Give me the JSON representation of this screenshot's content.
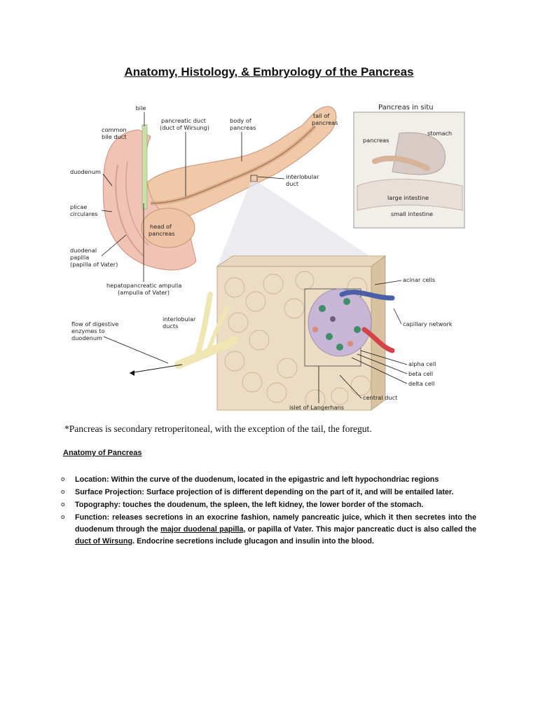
{
  "title": "Anatomy, Histology, & Embryology of the Pancreas",
  "figure": {
    "inset_title": "Pancreas in situ",
    "inset_labels": {
      "pancreas": "pancreas",
      "stomach": "stomach",
      "large_intestine": "large intestine",
      "small_intestine": "small intestine"
    },
    "labels": {
      "bile": "bile",
      "common_bile_duct_1": "common",
      "common_bile_duct_2": "bile duct",
      "pancreatic_duct_1": "pancreatic duct",
      "pancreatic_duct_2": "(duct of Wirsung)",
      "body_1": "body of",
      "body_2": "pancreas",
      "tail_1": "tail of",
      "tail_2": "pancreas",
      "duodenum": "duodenum",
      "interlobular_duct_1": "interlobular",
      "interlobular_duct_2": "duct",
      "plicae_1": "plicae",
      "plicae_2": "circulares",
      "head_1": "head of",
      "head_2": "pancreas",
      "papilla_1": "duodenal",
      "papilla_2": "papilla",
      "papilla_3": "(papilla of Vater)",
      "ampulla_1": "hepatopancreatic ampulla",
      "ampulla_2": "(ampulla of Vater)",
      "acinar": "acinar cells",
      "capillary": "capillary network",
      "flow_1": "flow of digestive",
      "flow_2": "enzymes to",
      "flow_3": "duodenum",
      "interlobular_ducts_1": "interlobular",
      "interlobular_ducts_2": "ducts",
      "alpha": "alpha cell",
      "beta": "beta cell",
      "delta": "delta cell",
      "central_duct": "central duct",
      "islet": "islet of Langerhans"
    }
  },
  "intro": "*Pancreas is secondary retroperitoneal, with the exception of the tail, the foregut.",
  "section_heading": "Anatomy of Pancreas",
  "bullet_marker": "o",
  "bullets": {
    "location": {
      "term": "Location:",
      "text": " Within the curve of the duodenum, located in the epigastric and left hypochondriac regions"
    },
    "surface": {
      "term": "Surface Projection:",
      "text": " Surface projection of is different depending on the part of it, and will be entailed later."
    },
    "topography": {
      "term": "Topography:",
      "text": " touches the doudenum, the spleen, the left kidney, the lower border of the stomach."
    },
    "function": {
      "term": "Function:",
      "t1": " releases secretions in an exocrine fashion, namely pancreatic juice, which it then secretes into the duodenum through the ",
      "u1": "major duodenal papilla",
      "t2": ", or papilla of Vater. This major pancreatic duct is also called the ",
      "u2": "duct of Wirsung",
      "t3": ". Endocrine secretions include glucagon and insulin into the blood."
    }
  }
}
